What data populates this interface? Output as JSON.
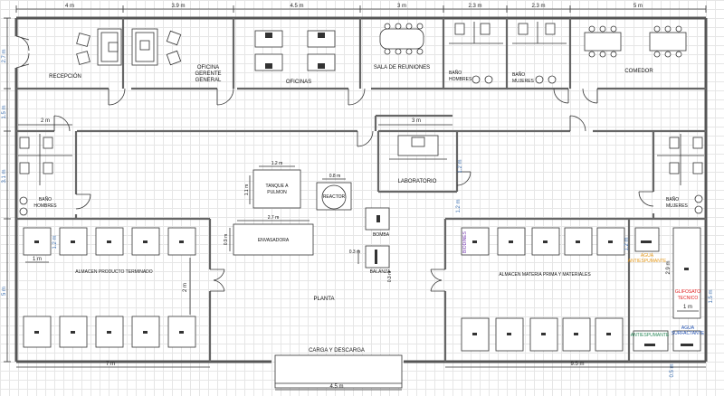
{
  "colors": {
    "wall": "#555555",
    "dimension_blue": "#3c6fb0",
    "biodines": "#7b3fb3",
    "agua_antiespumante_label": "#e69a1c",
    "glifosato": "#e02020",
    "antiespumante": "#2a8a5a",
    "agua_surfactante": "#1f4fb0"
  },
  "dimensions": {
    "top": [
      "4 m",
      "3.9 m",
      "4.5 m",
      "3 m",
      "2.3 m",
      "2.3 m",
      "5 m"
    ],
    "left_side": [
      "2.7 m",
      "1.5 m",
      "3.1 m",
      "5 m"
    ],
    "hall_left": "2 m",
    "hall_mid": "3 m",
    "tanque_w": "1.2 m",
    "tanque_h": "1.1 m",
    "reactor": "0.8 m",
    "envasadora_w": "2.7 m",
    "envasadora_h": "0.9 m",
    "balanza_w": "0.3 m",
    "balanza_h": "0.3 m",
    "lab_side": "1.2 m",
    "pallet_left": "1.2 m",
    "pallet_left_w": "1 m",
    "left_store_h": "2 m",
    "right_pallet": "1.2 m",
    "right_store_h": "2.9 m",
    "right_store_w": "1 m",
    "right_side_a": "1.5 m",
    "right_side_b": "1.2 m",
    "right_small": "0.5 m",
    "bottom_left": "7 m",
    "bottom_mid": "4.5 m",
    "bottom_right": "9.5 m"
  },
  "rooms": {
    "recepcion": "RECEPCIÓN",
    "oficina_gerente": [
      "OFICINA",
      "GERENTE",
      "GENERAL"
    ],
    "oficinas": "OFICINAS",
    "sala_reuniones": "SALA DE REUNIONES",
    "bano_hombres_top": [
      "BAÑO",
      "HOMBRES"
    ],
    "bano_mujeres_top": [
      "BAÑO",
      "MUJERES"
    ],
    "comedor": "COMEDOR",
    "bano_hombres_left": [
      "BAÑO",
      "HOMBRES"
    ],
    "laboratorio": "LABORATORIO",
    "bano_mujeres_right": [
      "BAÑO",
      "MUJERES"
    ],
    "almacen_producto": "ALMACEN PRODUCTO TERMINADO",
    "planta": "PLANTA",
    "almacen_materia": "ALMACEN MATERIA PRIMA Y MATERIALES",
    "carga_descarga": "CARGA Y DESCARGA"
  },
  "equipment": {
    "tanque": [
      "TANQUE A",
      "PULMON"
    ],
    "reactor": "REACTOR",
    "envasadora": "ENVASADORA",
    "bomba": "BOMBA",
    "balanza": "BALANZA",
    "biodines": "BIODINES",
    "agua_antiespumante": [
      "AGUA",
      "ANTIESPUMANTE"
    ],
    "glifosato": [
      "GLIFOSATO",
      "TECNICO"
    ],
    "antiespumante": "ANTIESPUMANTE",
    "agua_surfactante": [
      "AGUA",
      "SURFACTANTE"
    ]
  }
}
